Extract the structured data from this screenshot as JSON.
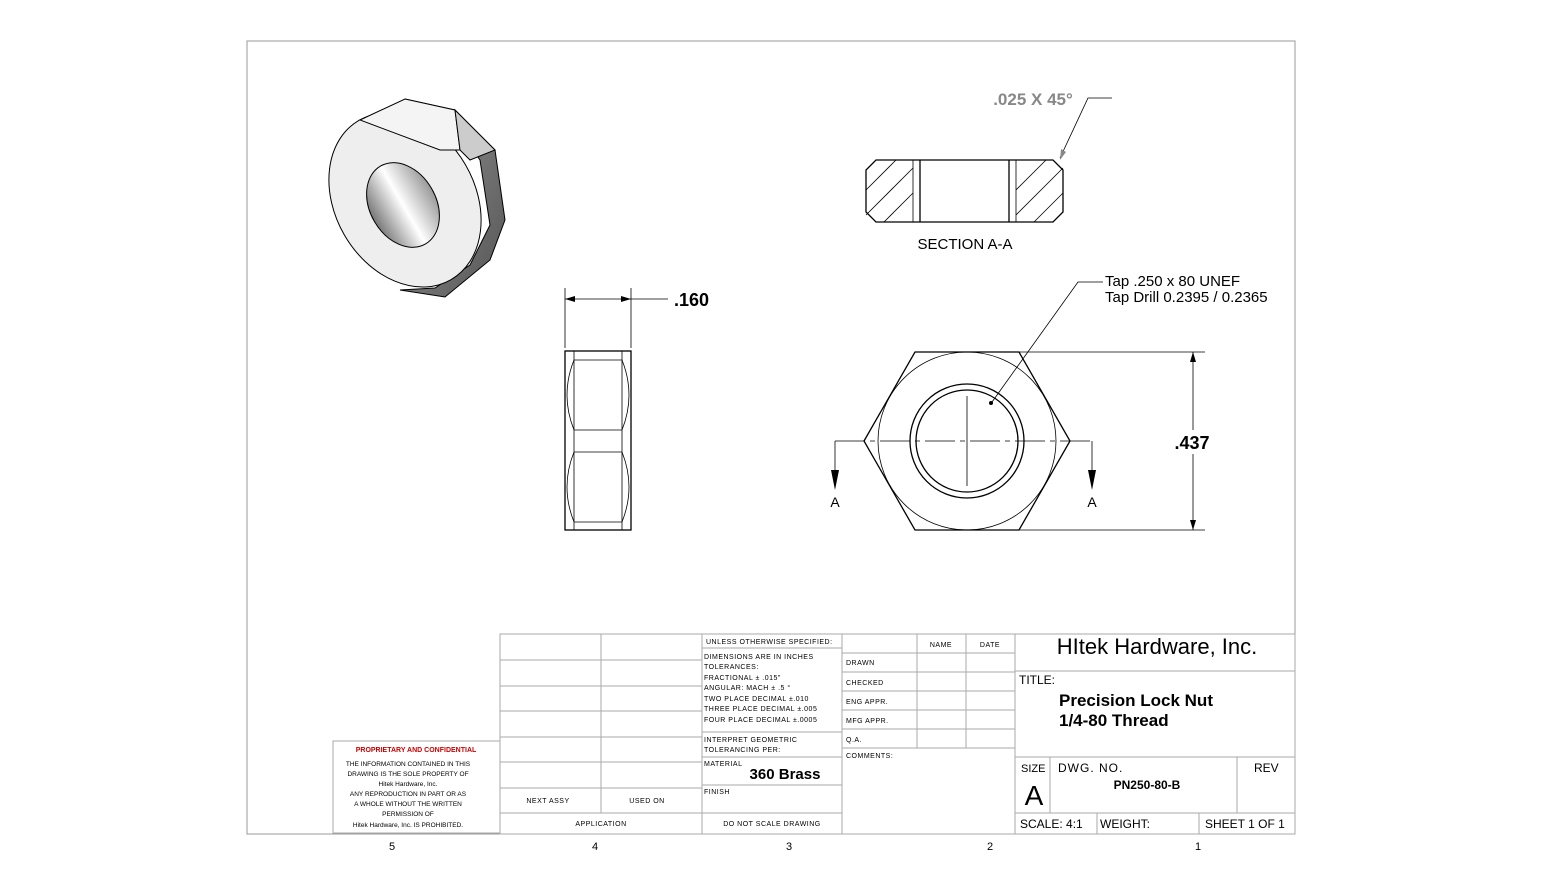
{
  "zones": [
    "5",
    "4",
    "3",
    "2",
    "1"
  ],
  "views": {
    "chamfer_note": ".025 X 45°",
    "section_label": "SECTION A-A",
    "thickness_dim": ".160",
    "height_dim": ".437",
    "tap_note_1": "Tap .250 x 80 UNEF",
    "tap_note_2": "Tap Drill 0.2395 / 0.2365",
    "section_marker_left": "A",
    "section_marker_right": "A"
  },
  "title_block": {
    "proprietary_heading": "PROPRIETARY AND CONFIDENTIAL",
    "proprietary_lines": [
      "THE INFORMATION CONTAINED IN THIS",
      "DRAWING IS THE SOLE PROPERTY OF",
      "Hitek Hardware, Inc.",
      "ANY REPRODUCTION IN PART OR AS",
      "A WHOLE WITHOUT THE WRITTEN",
      "PERMISSION OF",
      "Hitek Hardware, Inc. IS PROHIBITED."
    ],
    "next_assy": "NEXT ASSY",
    "used_on": "USED ON",
    "application": "APPLICATION",
    "unless": "UNLESS OTHERWISE SPECIFIED:",
    "tolerances": [
      "DIMENSIONS ARE IN INCHES",
      "TOLERANCES:",
      "FRACTIONAL ± .015\"",
      "ANGULAR: MACH ± .5 °",
      "TWO PLACE DECIMAL ±.010",
      "THREE PLACE DECIMAL ±.005",
      "FOUR PLACE DECIMAL ±.0005"
    ],
    "interpret": [
      "INTERPRET GEOMETRIC",
      "TOLERANCING PER:"
    ],
    "material_label": "MATERIAL",
    "material": "360 Brass",
    "finish_label": "FINISH",
    "do_not_scale": "DO NOT SCALE DRAWING",
    "name_header": "NAME",
    "date_header": "DATE",
    "approvals": [
      "DRAWN",
      "CHECKED",
      "ENG APPR.",
      "MFG APPR.",
      "Q.A."
    ],
    "comments": "COMMENTS:",
    "company": "HItek Hardware, Inc.",
    "title_label": "TITLE:",
    "title_1": "Precision Lock Nut",
    "title_2": "1/4-80 Thread",
    "size_label": "SIZE",
    "size": "A",
    "dwg_no_label": "DWG.  NO.",
    "dwg_no": "PN250-80-B",
    "rev_label": "REV",
    "scale": "SCALE: 4:1",
    "weight": "WEIGHT:",
    "sheet": "SHEET 1 OF 1"
  }
}
